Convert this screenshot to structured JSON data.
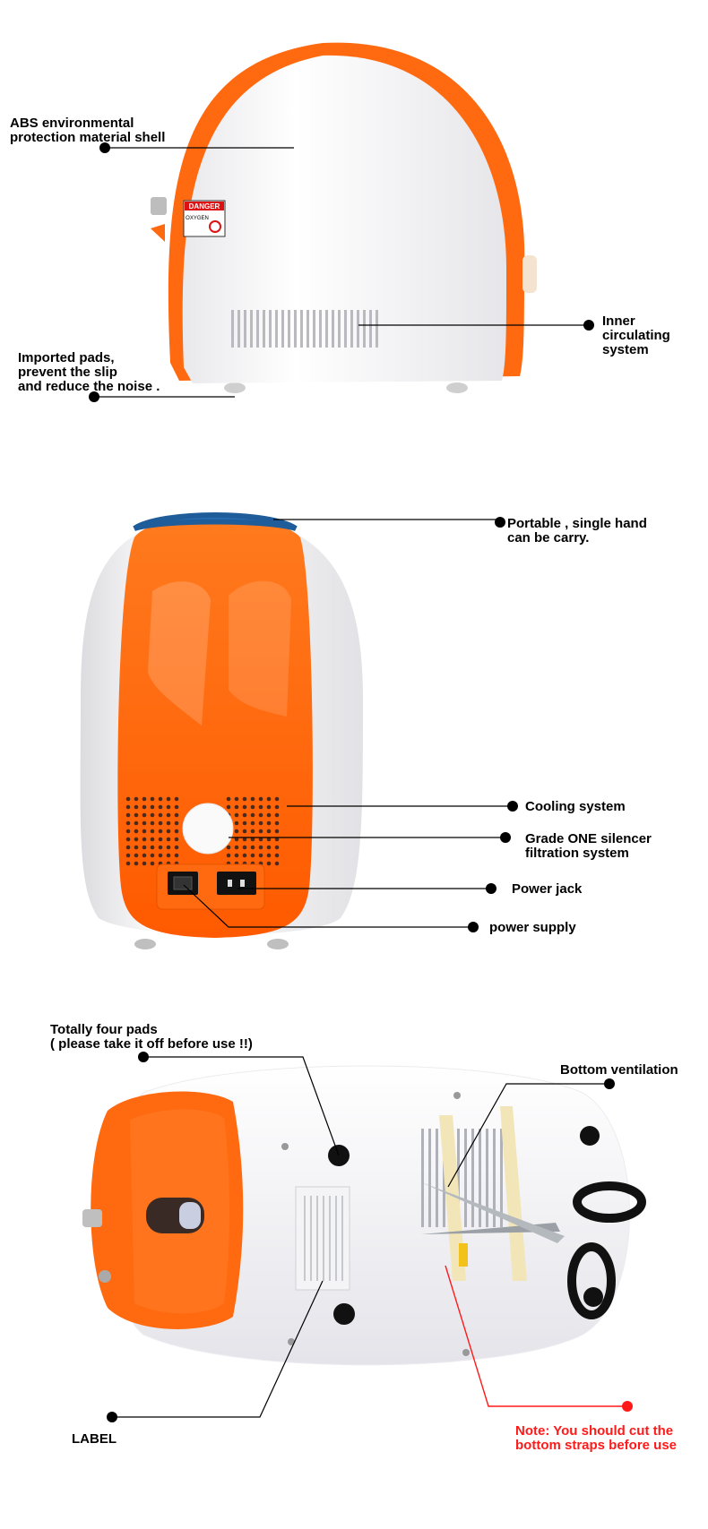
{
  "panel1": {
    "labels": {
      "shell": "ABS environmental\nprotection material shell",
      "circulating": "Inner\ncirculating\nsystem",
      "pads": "Imported pads,\nprevent the slip\n and reduce the noise ."
    },
    "sticker": {
      "title": "DANGER",
      "text": "OXYGEN"
    }
  },
  "panel2": {
    "labels": {
      "handle": "Portable , single hand\n can be carry.",
      "cooling": "Cooling system",
      "silencer": "Grade ONE silencer\nfiltration system",
      "power_jack": "Power jack",
      "power_supply": "power supply"
    }
  },
  "panel3": {
    "labels": {
      "four_pads": "Totally four pads\n ( please take it off before use !!)",
      "ventilation": "Bottom ventilation",
      "label": "LABEL",
      "note": "Note: You should cut the\nbottom straps before use"
    }
  },
  "colors": {
    "orange": "#ff6a10",
    "leader": "#000000",
    "note_red": "#ff1a1a"
  }
}
